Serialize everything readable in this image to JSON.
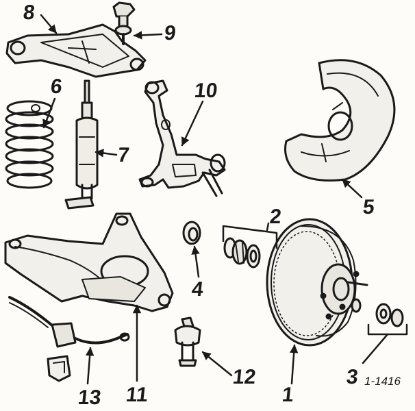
{
  "figure": {
    "reference_code": "1-1416",
    "callouts": [
      {
        "id": "1",
        "text": "1"
      },
      {
        "id": "2",
        "text": "2"
      },
      {
        "id": "3",
        "text": "3"
      },
      {
        "id": "4",
        "text": "4"
      },
      {
        "id": "5",
        "text": "5"
      },
      {
        "id": "6",
        "text": "6"
      },
      {
        "id": "7",
        "text": "7"
      },
      {
        "id": "8",
        "text": "8"
      },
      {
        "id": "9",
        "text": "9"
      },
      {
        "id": "10",
        "text": "10"
      },
      {
        "id": "11",
        "text": "11"
      },
      {
        "id": "12",
        "text": "12"
      },
      {
        "id": "13",
        "text": "13"
      }
    ],
    "ink_color": "#1a1a1a",
    "paper_color": "#fdfcf8"
  }
}
